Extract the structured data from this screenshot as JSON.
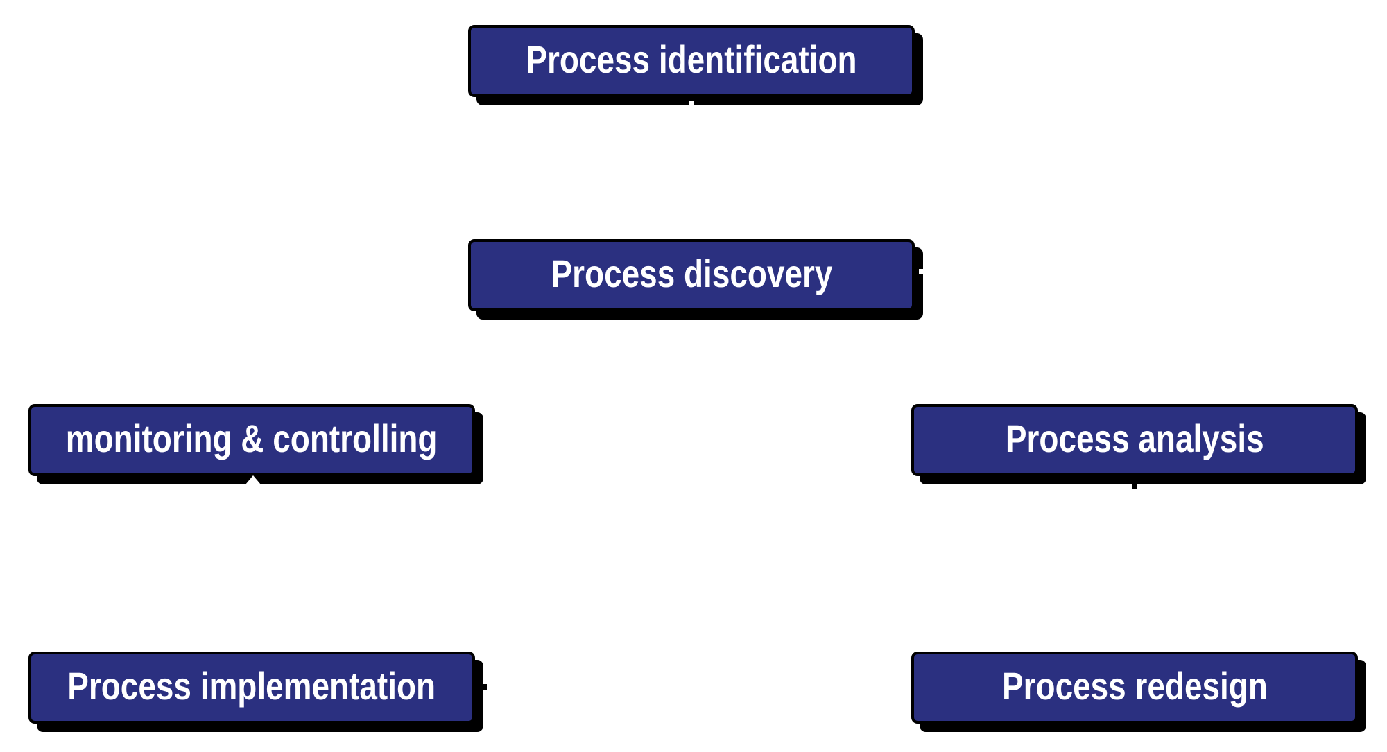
{
  "diagram": {
    "type": "process-lifecycle-diagram",
    "background": "#ffffff"
  },
  "colors": {
    "box_fill": "#2B3080",
    "box_border": "#000000",
    "box_shadow": "#000000",
    "label_text": "#ffffff"
  },
  "boxes": [
    {
      "id": "process-identification",
      "label": "Process identification"
    },
    {
      "id": "process-discovery",
      "label": "Process discovery"
    },
    {
      "id": "monitoring-controlling",
      "label": "monitoring & controlling"
    },
    {
      "id": "process-analysis",
      "label": "Process analysis"
    },
    {
      "id": "process-implementation",
      "label": "Process implementation"
    },
    {
      "id": "process-redesign",
      "label": "Process redesign"
    }
  ],
  "connector_marks": [
    {
      "id": "notch-below-identification",
      "type": "white-notch-in-shadow",
      "location": "bottom shadow of Process identification, center"
    },
    {
      "id": "notch-right-of-discovery",
      "type": "white-notch-in-shadow",
      "location": "right shadow of Process discovery, middle"
    },
    {
      "id": "arrowhead-below-monitoring",
      "type": "white-arrowhead-up",
      "location": "bottom shadow of monitoring & controlling, center"
    },
    {
      "id": "stub-below-analysis",
      "type": "black-line-stub",
      "location": "below shadow of Process analysis, center"
    },
    {
      "id": "stub-right-of-implementation",
      "type": "black-line-stub",
      "location": "right of shadow of Process implementation, middle"
    }
  ]
}
